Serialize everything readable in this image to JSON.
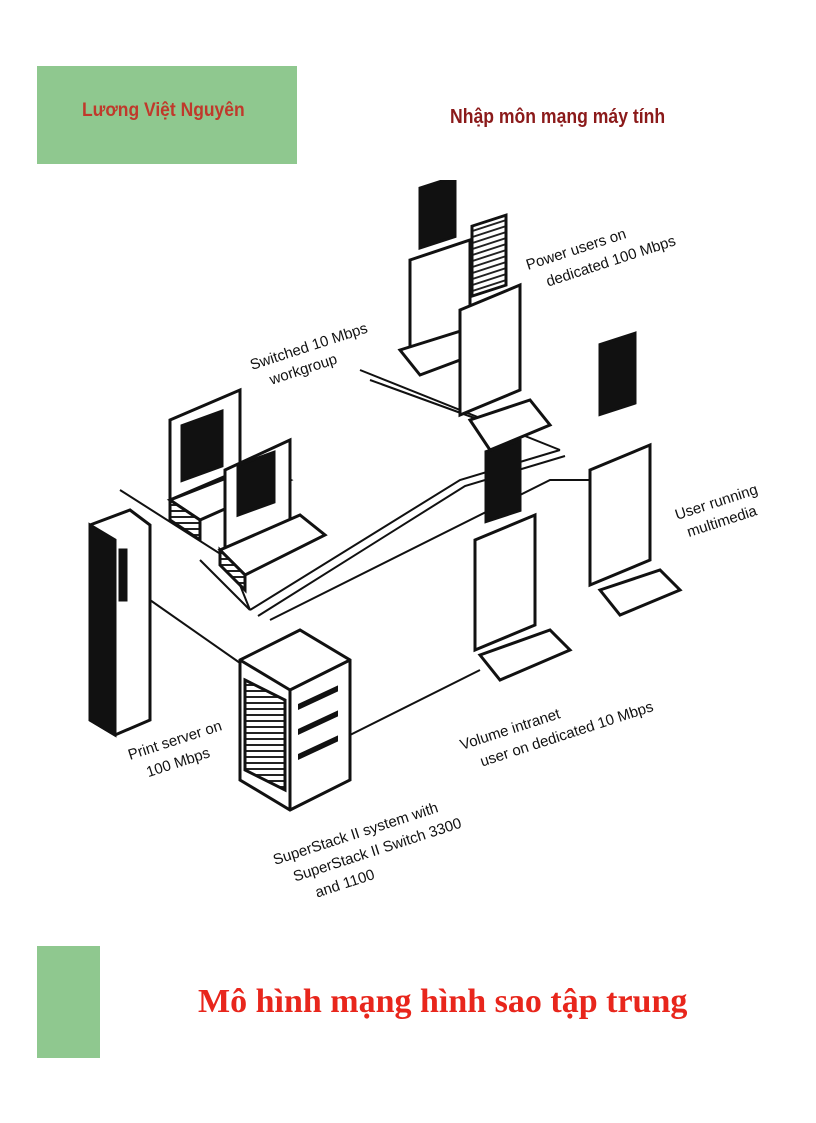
{
  "header": {
    "author": "Lương Việt Nguyên",
    "course": "Nhập môn mạng máy tính"
  },
  "diagram": {
    "labels": {
      "switched_workgroup": [
        "Switched 10 Mbps",
        "workgroup"
      ],
      "power_users": [
        "Power users on",
        "dedicated 100 Mbps"
      ],
      "multimedia_user": [
        "User running",
        "multimedia"
      ],
      "intranet_user": [
        "Volume intranet",
        "user on dedicated 10 Mbps"
      ],
      "print_server": [
        "Print server on",
        "100 Mbps"
      ],
      "superstack": [
        "SuperStack II system with",
        "SuperStack II Switch 3300",
        "and 1100"
      ]
    }
  },
  "footer": {
    "title": "Mô hình mạng hình sao tập trung"
  },
  "colors": {
    "accent_green": "#8fc88f",
    "author_red": "#c0392b",
    "course_red": "#8b1a1a",
    "title_red": "#e8261c"
  }
}
